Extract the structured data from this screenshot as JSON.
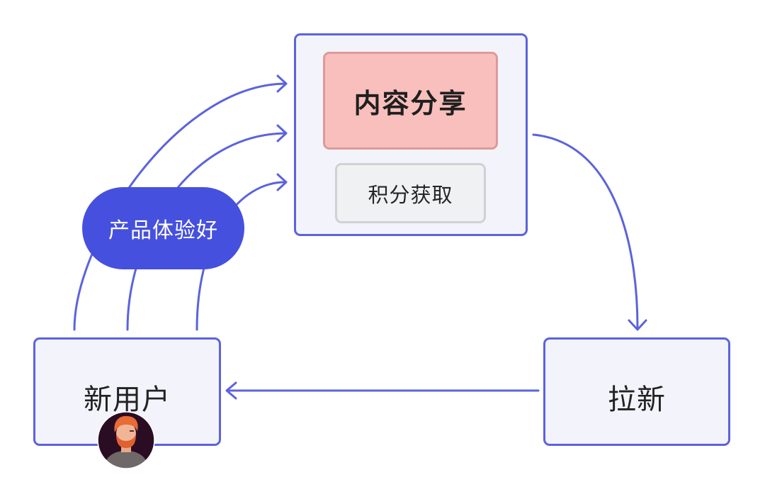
{
  "nodes": {
    "content_share": "内容分享",
    "points": "积分获取",
    "experience": "产品体验好",
    "new_user": "新用户",
    "referral": "拉新"
  },
  "colors": {
    "accent": "#5b63dd",
    "pill": "#4650de",
    "node_fill": "#f3f3fc",
    "highlight_fill": "#f8bfbc",
    "neutral_fill": "#f0f1f3"
  },
  "icons": {
    "avatar": "bearded-man-avatar-icon"
  }
}
